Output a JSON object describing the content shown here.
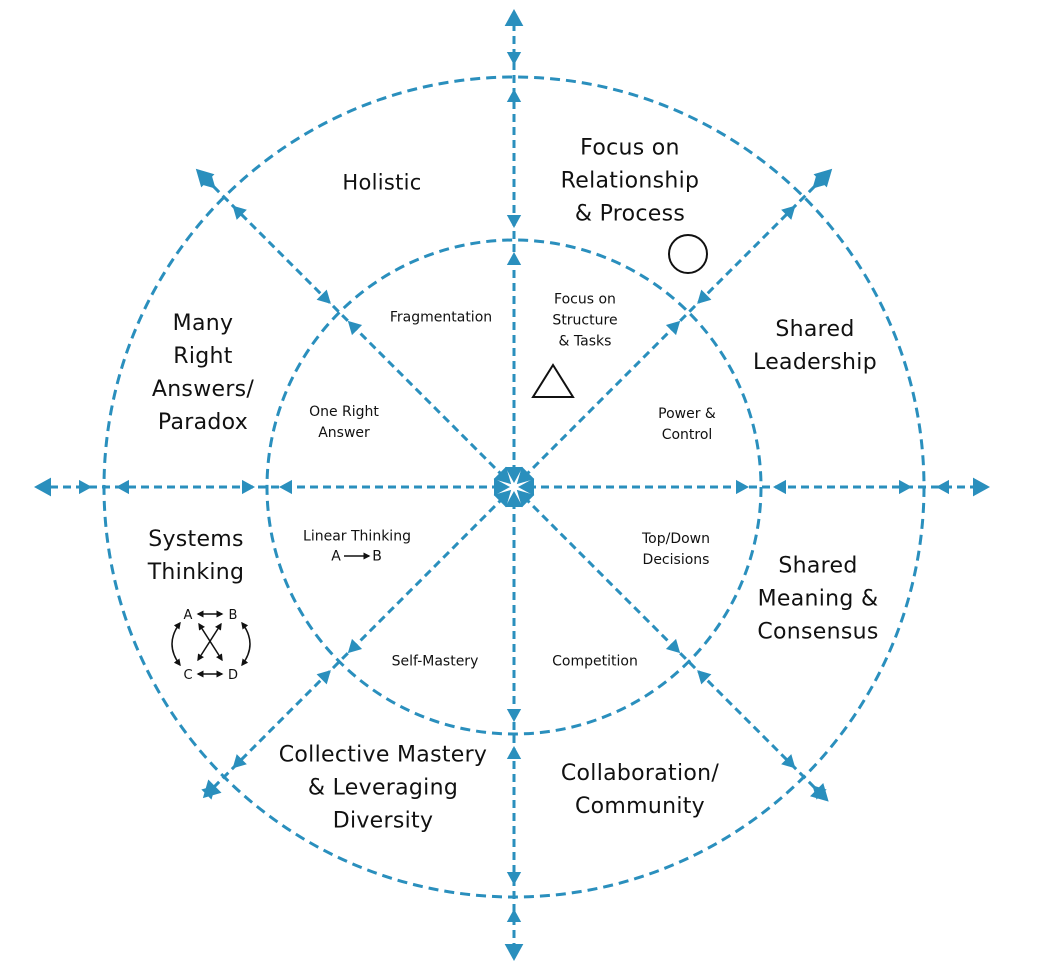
{
  "colors": {
    "line": "#2a8fbd",
    "text": "#111111"
  },
  "outer_ring": {
    "top": "Focus on\nRelationship\n& Process",
    "top_right": "Shared\nLeadership",
    "right_lower": "Shared\nMeaning &\nConsensus",
    "bottom_right": "Collaboration/\nCommunity",
    "bottom_left": "Collective Mastery\n& Leveraging\nDiversity",
    "left_lower": "Systems\nThinking",
    "left_upper": "Many\nRight\nAnswers/\nParadox",
    "top_left": "Holistic"
  },
  "inner_ring": {
    "top": "Focus on\nStructure\n& Tasks",
    "right_upper": "Power &\nControl",
    "right_lower": "Top/Down\nDecisions",
    "bottom_right": "Competition",
    "bottom_left": "Self-Mastery",
    "left_lower": "Linear Thinking",
    "left_upper": "One Right\nAnswer",
    "top_left": "Fragmentation"
  },
  "linear_formula": {
    "from": "A",
    "to": "B"
  },
  "systems_diagram": {
    "nodes": [
      "A",
      "B",
      "C",
      "D"
    ]
  },
  "icons": {
    "circle": "circle-icon",
    "triangle": "triangle-icon",
    "arrow": "arrow-icon"
  }
}
